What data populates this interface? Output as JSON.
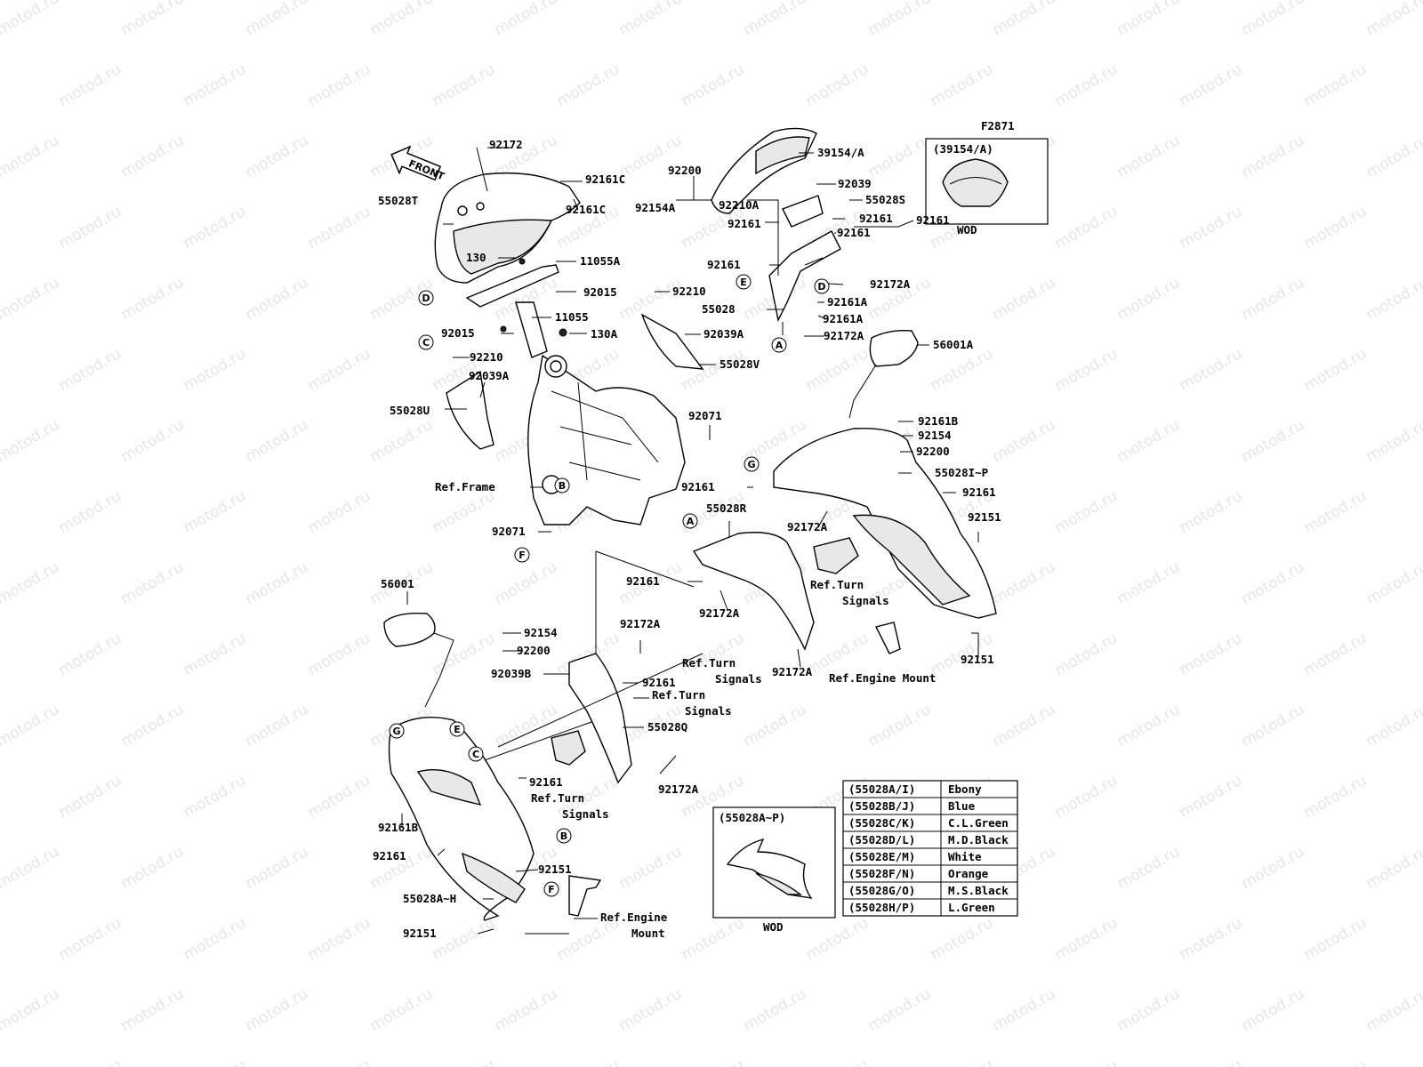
{
  "watermark": "motod.ru",
  "figure_code": "F2871",
  "front_label": "FRONT",
  "inset_top": {
    "title": "(39154/A)",
    "caption": "WOD"
  },
  "inset_bottom": {
    "title": "(55028A~P)",
    "caption": "WOD"
  },
  "labels": {
    "l92172": "92172",
    "l92161C_a": "92161C",
    "l55028T": "55028T",
    "l92161C_b": "92161C",
    "l130": "130",
    "l11055A": "11055A",
    "l92015_a": "92015",
    "l11055": "11055",
    "l92015_b": "92015",
    "l130A": "130A",
    "l92210_a": "92210",
    "l92039A_a": "92039A",
    "l55028U": "55028U",
    "l39154A": "39154/A",
    "l92200_a": "92200",
    "l92039": "92039",
    "l55028S": "55028S",
    "l92154A": "92154A",
    "l92210A": "92210A",
    "l92161_a": "92161",
    "l92161_b": "92161",
    "l92161_c": "92161",
    "l92161_d": "92161",
    "l92161_e": "92161",
    "l92172A_a": "92172A",
    "l92161A_a": "92161A",
    "l92161A_b": "92161A",
    "l92172A_b": "92172A",
    "l55028": "55028",
    "l92210_b": "92210",
    "l92039A_b": "92039A",
    "l55028V": "55028V",
    "l56001A": "56001A",
    "l92071_a": "92071",
    "l92161B_a": "92161B",
    "l92154_a": "92154",
    "l92200_b": "92200",
    "l55028IP": "55028I~P",
    "l92161_f": "92161",
    "l92151_a": "92151",
    "l92161_g": "92161",
    "l55028R": "55028R",
    "l92172A_c": "92172A",
    "l92071_b": "92071",
    "l92161_h": "92161",
    "l92172A_d": "92172A",
    "l92151_b": "92151",
    "l92172A_e": "92172A",
    "l56001": "56001",
    "l92154_b": "92154",
    "l92200_c": "92200",
    "l92172A_f": "92172A",
    "l92039B": "92039B",
    "l92161_i": "92161",
    "l55028Q": "55028Q",
    "l92172A_g": "92172A",
    "l92161_j": "92161",
    "l92161B_b": "92161B",
    "l92161_k": "92161",
    "l92151_c": "92151",
    "l55028AH": "55028A~H",
    "l92151_d": "92151",
    "ref_frame": "Ref.Frame",
    "ref_turn_1a": "Ref.Turn",
    "ref_turn_1b": "Signals",
    "ref_turn_2a": "Ref.Turn",
    "ref_turn_2b": "Signals",
    "ref_turn_3a": "Ref.Turn",
    "ref_turn_3b": "Signals",
    "ref_turn_4a": "Ref.Turn",
    "ref_turn_4b": "Signals",
    "ref_engine_1": "Ref.Engine Mount",
    "ref_engine_2a": "Ref.Engine",
    "ref_engine_2b": "Mount"
  },
  "circle_refs": {
    "c1": "D",
    "c2": "C",
    "c3": "E",
    "c4": "D",
    "c5": "A",
    "c6": "B",
    "c7": "G",
    "c8": "A",
    "c9": "F",
    "c10": "G",
    "c11": "E",
    "c12": "C",
    "c13": "B",
    "c14": "F"
  },
  "color_table": [
    {
      "code": "(55028A/I)",
      "color": "Ebony"
    },
    {
      "code": "(55028B/J)",
      "color": "Blue"
    },
    {
      "code": "(55028C/K)",
      "color": "C.L.Green"
    },
    {
      "code": "(55028D/L)",
      "color": "M.D.Black"
    },
    {
      "code": "(55028E/M)",
      "color": "White"
    },
    {
      "code": "(55028F/N)",
      "color": "Orange"
    },
    {
      "code": "(55028G/O)",
      "color": "M.S.Black"
    },
    {
      "code": "(55028H/P)",
      "color": "L.Green"
    }
  ]
}
